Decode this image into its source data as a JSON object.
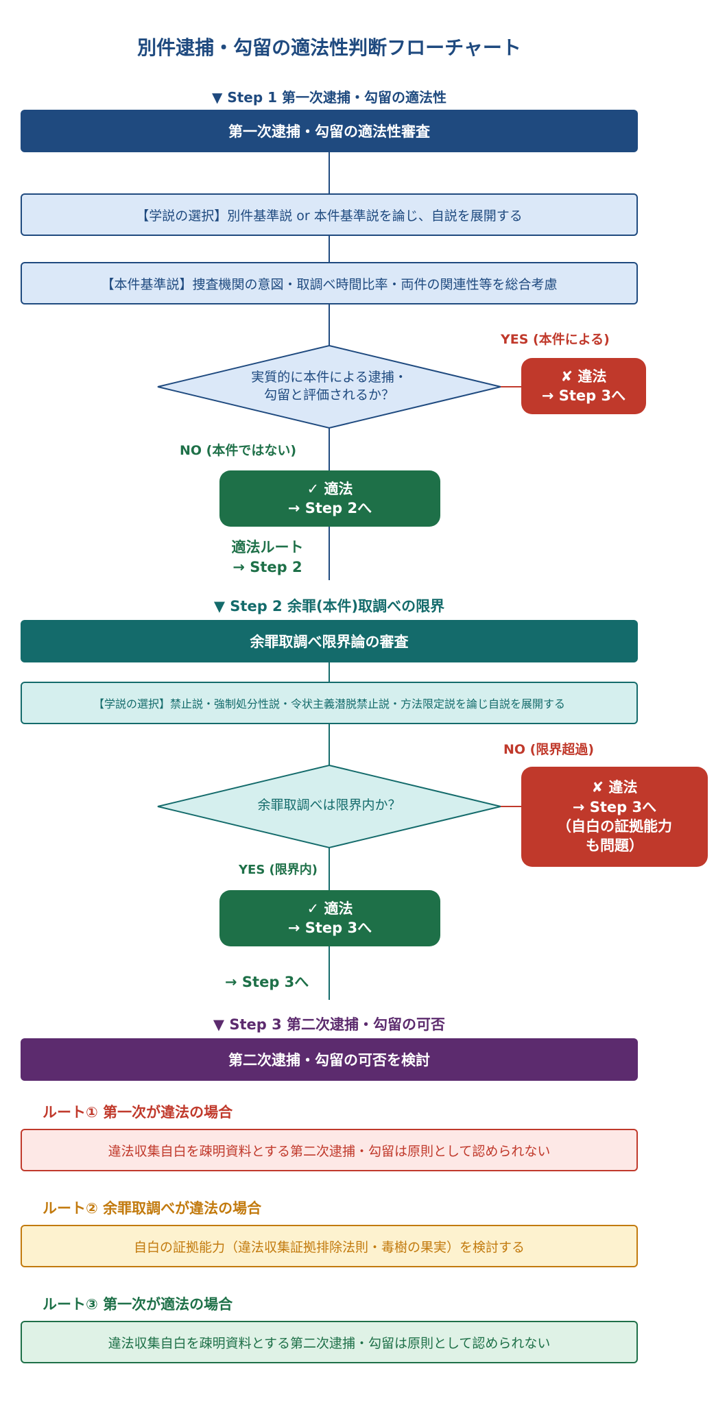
{
  "title": "別件逮捕・勾留の適法性判断フローチャート",
  "step1": {
    "label": "▼ Step 1 第一次逮捕・勾留の適法性",
    "header": "第一次逮捕・勾留の適法性審査",
    "box1": "【学説の選択】別件基準説 or 本件基準説を論じ、自説を展開する",
    "box2": "【本件基準説】捜査機関の意図・取調べ時間比率・両件の関連性等を総合考慮",
    "diamond": [
      "実質的に本件による逮捕・",
      "勾留と評価されるか？"
    ],
    "yes_label": "YES (本件による)",
    "yes_result": [
      "✘ 違法",
      "→ Step 3へ"
    ],
    "no_label": "NO (本件ではない)",
    "no_result": [
      "✓ 適法",
      "→ Step 2へ"
    ],
    "route_label": [
      "適法ルート",
      "→ Step 2"
    ]
  },
  "step2": {
    "label": "▼ Step 2 余罪(本件)取調べの限界",
    "header": "余罪取調べ限界論の審査",
    "box1": "【学説の選択】禁止説・強制処分性説・令状主義潜脱禁止説・方法限定説を論じ自説を展開する",
    "diamond": "余罪取調べは限界内か？",
    "no_label": "NO (限界超過)",
    "no_result": [
      "✘ 違法",
      "→ Step 3へ",
      "（自白の証拠能力",
      "も問題）"
    ],
    "yes_label": "YES (限界内)",
    "yes_result": [
      "✓ 適法",
      "→ Step 3へ"
    ],
    "route_label": "→ Step 3へ"
  },
  "step3": {
    "label": "▼ Step 3 第二次逮捕・勾留の可否",
    "header": "第二次逮捕・勾留の可否を検討",
    "routes": [
      {
        "heading": "ルート① 第一次が違法の場合",
        "text": "違法収集自白を疎明資料とする第二次逮捕・勾留は原則として認められない"
      },
      {
        "heading": "ルート② 余罪取調べが違法の場合",
        "text": "自白の証拠能力（違法収集証拠排除法則・毒樹の果実）を検討する"
      },
      {
        "heading": "ルート③ 第一次が適法の場合",
        "text": "違法収集自白を疎明資料とする第二次逮捕・勾留は原則として認められない"
      }
    ]
  },
  "colors": {
    "navy": "#1f4a7f",
    "teal": "#146b6b",
    "purple": "#5c2b6e",
    "red": "#c0392b",
    "green": "#1e7048",
    "orange": "#c27a0e",
    "lightblue": "#dbe8f8",
    "lightteal": "#d5efee",
    "pink": "#fde8e6",
    "cream": "#fdf2cf",
    "mint": "#dff2e6"
  }
}
